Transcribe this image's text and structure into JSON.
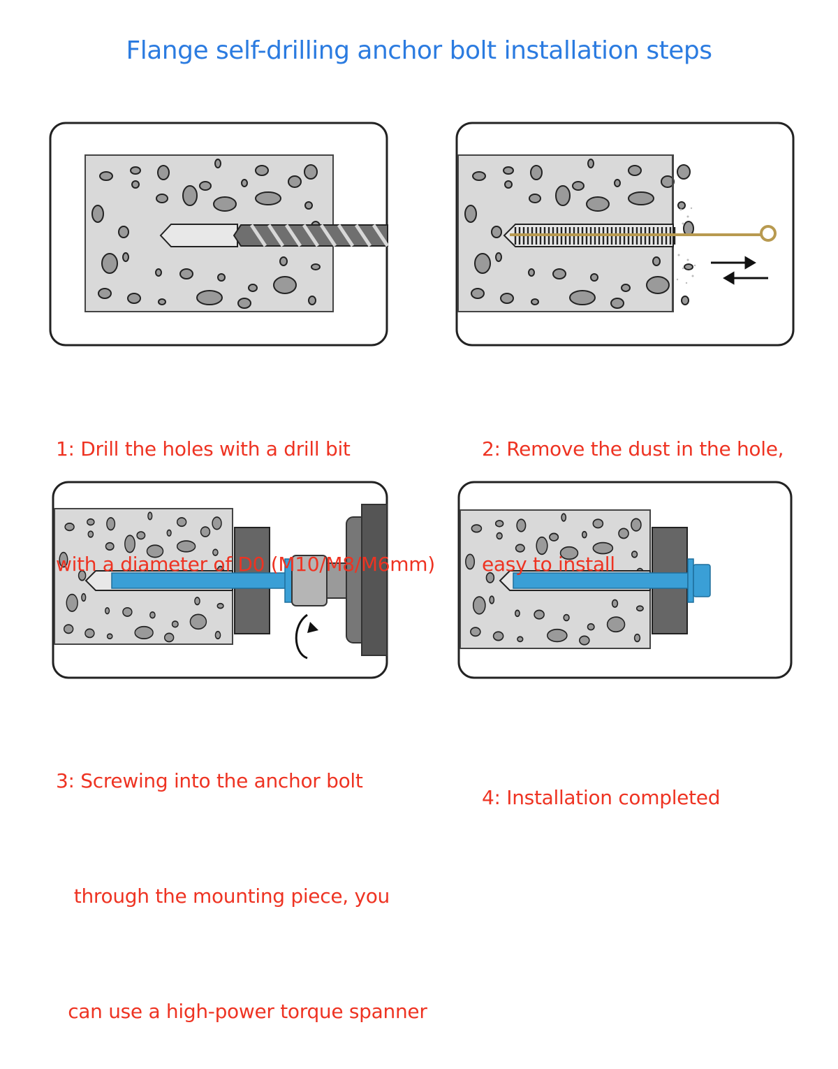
{
  "title": "Flange self-drilling anchor bolt installation steps",
  "colors": {
    "title": "#2b7be0",
    "caption": "#ee3322",
    "concrete": "#d9d9d9",
    "stone": "#9a9a9a",
    "bolt": "#3a9fd6",
    "frame": "#222222"
  },
  "steps": [
    {
      "id": 1,
      "lines": [
        "1: Drill the holes with a drill bit",
        "with a diameter of D0 (M10/M8/M6mm)"
      ]
    },
    {
      "id": 2,
      "lines": [
        "2: Remove the dust in the hole,",
        "easy to install"
      ]
    },
    {
      "id": 3,
      "lines": [
        "3: Screwing into the anchor bolt",
        "   through the mounting piece, you",
        "  can use a high-power torque spanner"
      ]
    },
    {
      "id": 4,
      "lines": [
        "4: Installation completed"
      ]
    }
  ]
}
